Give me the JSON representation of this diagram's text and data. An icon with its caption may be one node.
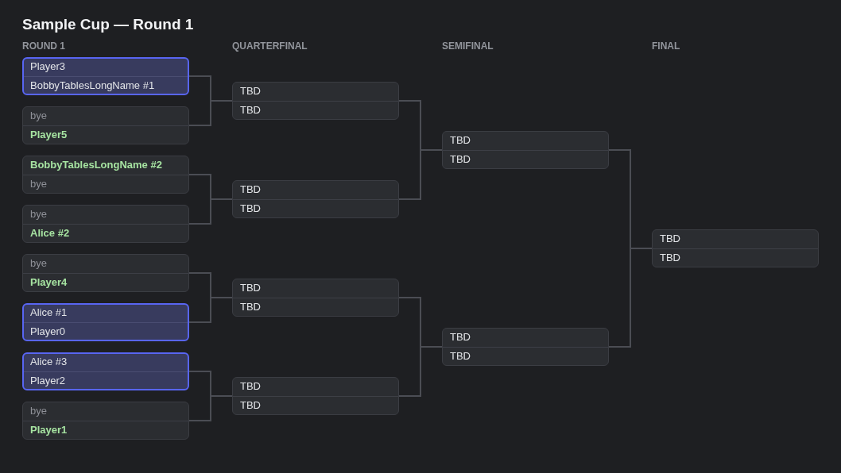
{
  "diagram": {
    "title": "Sample Cup — Round 1",
    "nodes": [
      {
        "text": [
          "Player3",
          "BobbyTablesLongName #1"
        ]
      },
      {
        "text": [
          "bye",
          "Player5"
        ]
      },
      {
        "text": [
          "BobbyTablesLongName #2",
          "bye"
        ]
      },
      {
        "text": [
          "bye",
          "Alice #2"
        ]
      },
      {
        "text": [
          "bye",
          "Player4"
        ]
      },
      {
        "text": [
          "Alice #1",
          "Player0"
        ]
      },
      {
        "text": [
          "Alice #3",
          "Player2"
        ]
      },
      {
        "text": [
          "bye",
          "Player1"
        ]
      },
      {
        "text": [
          "TBD",
          "TBD"
        ]
      },
      {
        "text": [
          "TBD",
          "TBD"
        ]
      },
      {
        "text": [
          "TBD",
          "TBD"
        ]
      },
      {
        "text": [
          "TBD",
          "TBD"
        ]
      },
      {
        "text": [
          "TBD",
          "TBD"
        ]
      },
      {
        "text": [
          "TBD",
          "TBD"
        ]
      },
      {
        "text": [
          "TBD",
          "TBD"
        ]
      }
    ],
    "edges": [
      {
        "from": 0,
        "to": 8,
        "arrow": "none"
      },
      {
        "from": 1,
        "to": 8,
        "arrow": "none"
      },
      {
        "from": 2,
        "to": 9,
        "arrow": "none"
      },
      {
        "from": 3,
        "to": 9,
        "arrow": "none"
      },
      {
        "from": 4,
        "to": 10,
        "arrow": "none"
      },
      {
        "from": 5,
        "to": 10,
        "arrow": "none"
      },
      {
        "from": 6,
        "to": 11,
        "arrow": "none"
      },
      {
        "from": 7,
        "to": 11,
        "arrow": "none"
      },
      {
        "from": 8,
        "to": 12,
        "arrow": "none"
      },
      {
        "from": 9,
        "to": 12,
        "arrow": "none"
      },
      {
        "from": 10,
        "to": 13,
        "arrow": "none"
      },
      {
        "from": 11,
        "to": 13,
        "arrow": "none"
      },
      {
        "from": 12,
        "to": 14,
        "arrow": "none"
      },
      {
        "from": 13,
        "to": 14,
        "arrow": "none"
      }
    ],
    "labels": [
      "ROUND 1",
      "QUARTERFINAL",
      "SEMIFINAL",
      "FINAL"
    ]
  }
}
